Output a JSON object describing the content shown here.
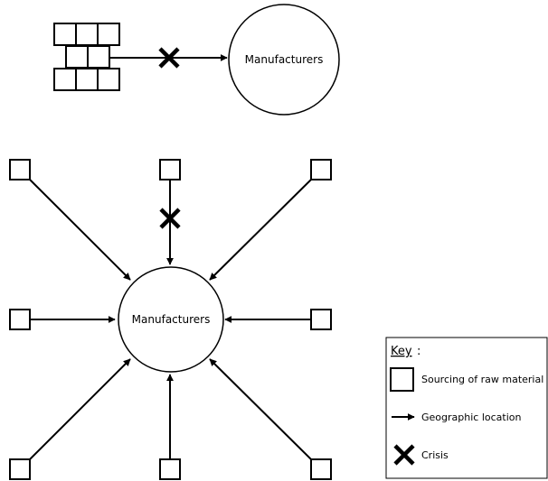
{
  "top_diagram": {
    "circle_label": "Manufacturers"
  },
  "main_diagram": {
    "circle_label": "Manufacturers"
  },
  "key": {
    "title": "Key",
    "items": [
      {
        "icon": "square-icon",
        "label": "Sourcing of raw material"
      },
      {
        "icon": "arrow-icon",
        "label": "Geographic location"
      },
      {
        "icon": "cross-icon",
        "label": "Crisis"
      }
    ]
  }
}
